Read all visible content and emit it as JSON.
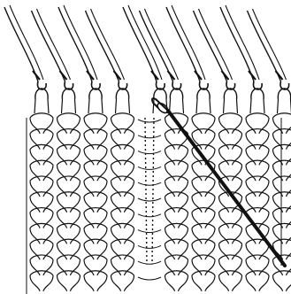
{
  "figure": {
    "ink_color": "#111111",
    "paper_color": "#ffffff",
    "icon": "knitting-needle-icon",
    "latch_tool_icon": "latch-tool-icon"
  },
  "fabric": {
    "needle_count": 10,
    "stitch_columns": 10,
    "stitch_rows": 11,
    "dropped_column_index": 4
  }
}
